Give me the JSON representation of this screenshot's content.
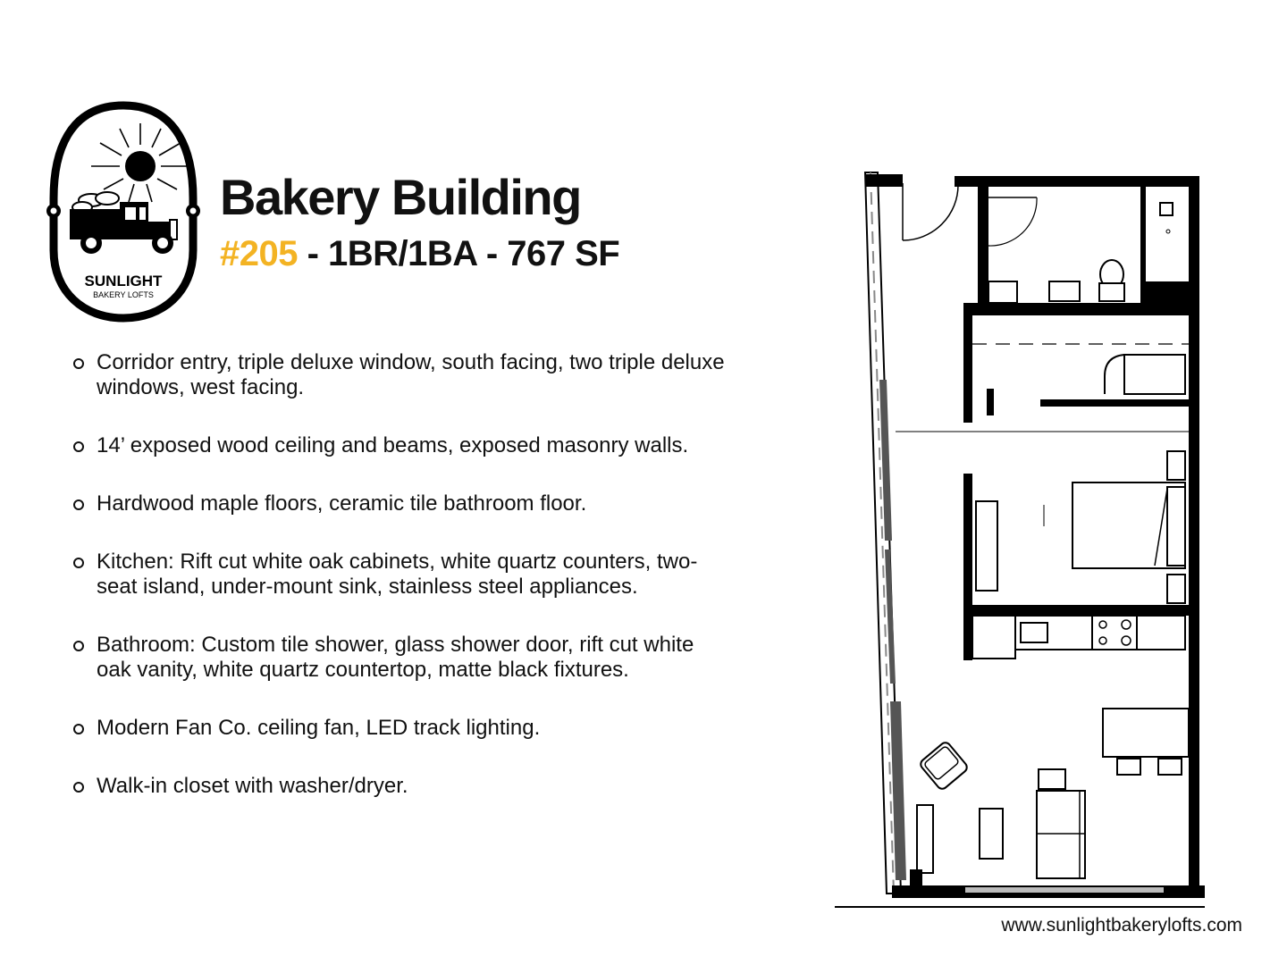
{
  "logo": {
    "name": "SUNLIGHT",
    "sub": "BAKERY LOFTS"
  },
  "title": "Bakery Building",
  "unit": {
    "number": "#205",
    "details": " - 1BR/1BA - 767 SF"
  },
  "features": [
    "Corridor entry, triple deluxe window, south facing, two triple deluxe windows, west facing.",
    "14’ exposed wood ceiling and beams, exposed masonry walls.",
    "Hardwood maple floors, ceramic tile bathroom floor.",
    "Kitchen:  Rift cut white oak cabinets, white quartz counters, two-seat island, under-mount sink, stainless steel appliances.",
    "Bathroom:  Custom tile shower, glass shower door, rift cut white oak vanity, white quartz countertop, matte black fixtures.",
    "Modern Fan Co. ceiling fan, LED track lighting.",
    "Walk-in closet with washer/dryer."
  ],
  "website": "www.sunlightbakerylofts.com",
  "colors": {
    "accent": "#f3b323",
    "text": "#111111"
  }
}
